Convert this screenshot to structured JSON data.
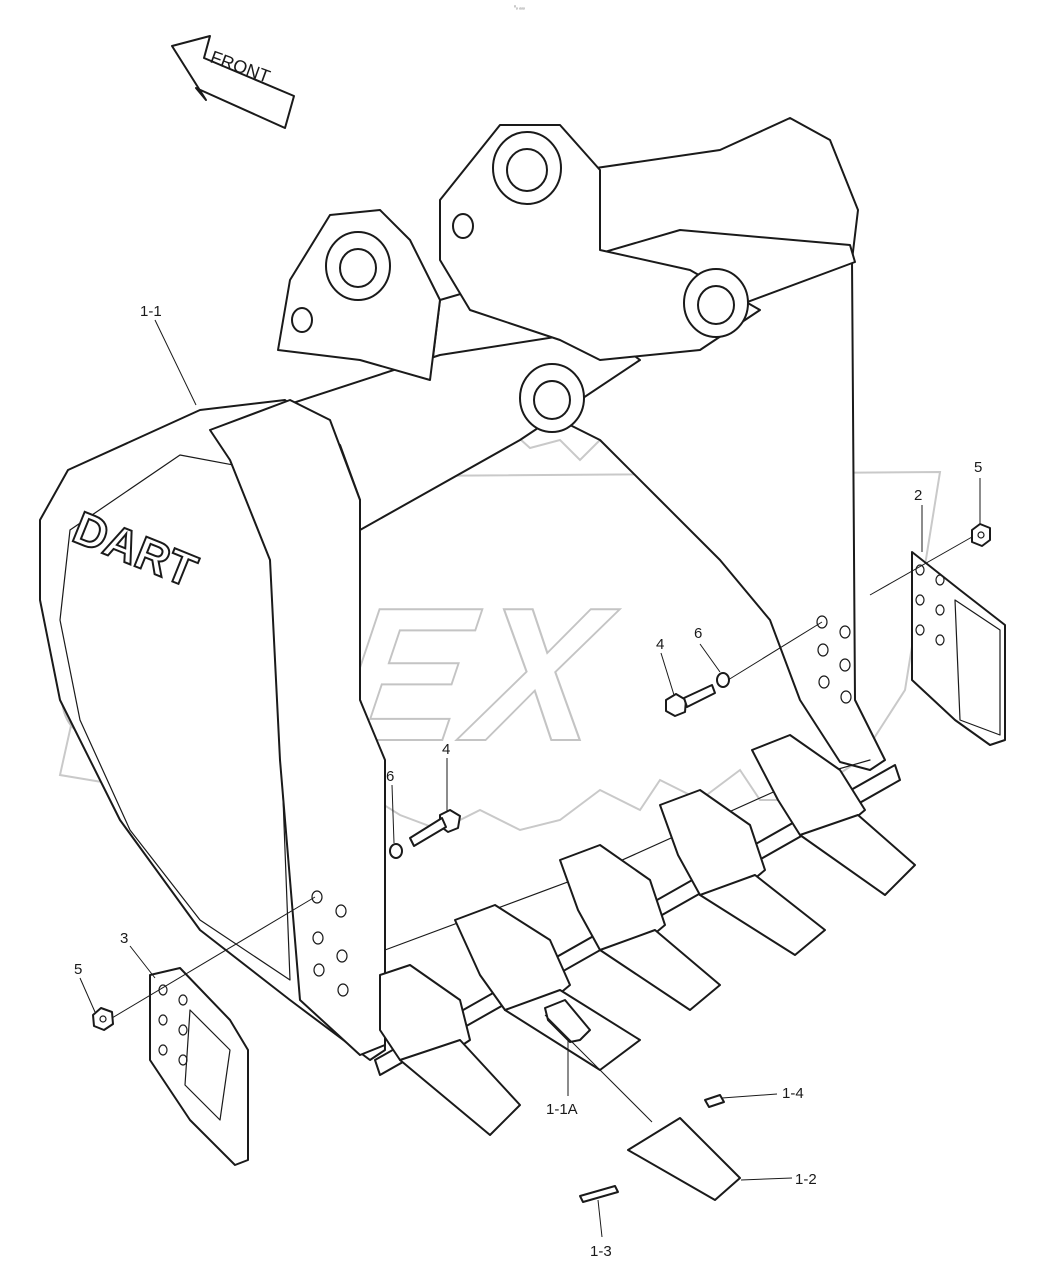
{
  "header": {
    "tiny_mark": "⁰ₒ ₒₒₒ"
  },
  "direction_arrow": {
    "label": "FRONT"
  },
  "watermark": {
    "text": "OPEX"
  },
  "bucket": {
    "brand_text": "DART"
  },
  "callouts": {
    "c1_1": "1-1",
    "c1_1A": "1-1A",
    "c1_2": "1-2",
    "c1_3": "1-3",
    "c1_4": "1-4",
    "c2": "2",
    "c3": "3",
    "c4a": "4",
    "c4b": "4",
    "c5a": "5",
    "c5b": "5",
    "c6a": "6",
    "c6b": "6"
  }
}
